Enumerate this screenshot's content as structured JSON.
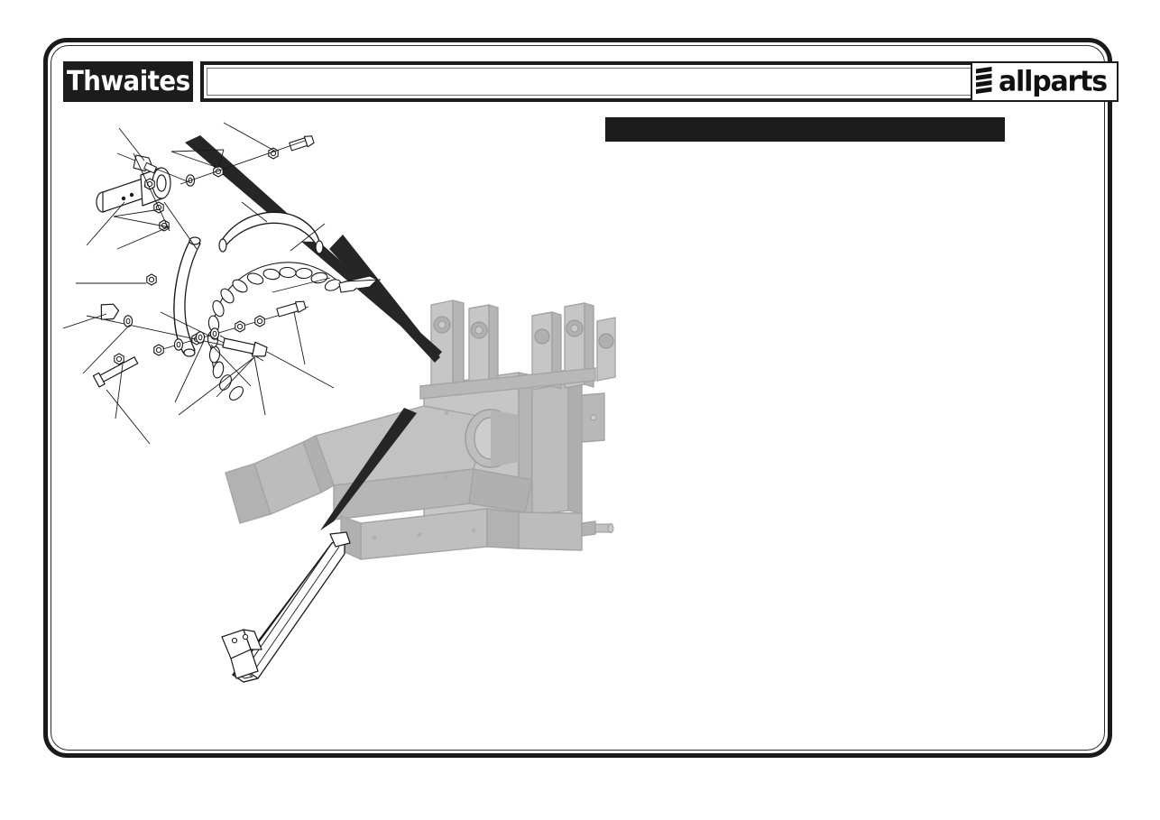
{
  "document": {
    "type": "parts-assembly-diagram",
    "sheet_background": "#ffffff",
    "frame_color": "#1a1a1a"
  },
  "header": {
    "brand": {
      "name": "Thwaites",
      "style": "white-on-black",
      "bg_color": "#1c1c1c",
      "text_color": "#ffffff"
    },
    "title_field": {
      "value": "",
      "placeholder": "",
      "border_color": "#1c1c1c",
      "inner_border_color": "#6e6e6e"
    },
    "supplier": {
      "name": "allparts",
      "mark": "zigzag-bars-icon",
      "text_color": "#111111",
      "border_color": "#1c1c1c"
    }
  },
  "banner": {
    "label": "",
    "bg_color": "#1c1c1c",
    "text_color": "#ffffff"
  },
  "diagram": {
    "caption": "",
    "line_color": "#1a1a1a",
    "ghost_fill": "#c6c6c6",
    "ghost_stroke": "#9a9a9a",
    "arrow_color": "#262626",
    "groups": [
      {
        "id": "upper-assembly",
        "name": "pin-chain-hose-assembly",
        "parts_visible": [
          "pivot-pin",
          "washer",
          "nut",
          "bolt",
          "hose",
          "chain",
          "hose-short"
        ],
        "callout_count": 11
      },
      {
        "id": "lower-assembly",
        "name": "tow-bar-assembly",
        "parts_visible": [
          "square-tube-bar",
          "bracket",
          "bolt",
          "washer",
          "nut",
          "clevis-pin",
          "split-pin"
        ],
        "callout_count": 12
      },
      {
        "id": "ghost-machine",
        "name": "machine-chassis-ghost",
        "parts_visible": [
          "chassis-frame",
          "skip-mount",
          "pivot-boss"
        ],
        "callout_count": 0
      }
    ],
    "arrows": [
      {
        "name": "arrow-upper-to-chassis"
      },
      {
        "name": "arrow-upper-right-to-chassis"
      },
      {
        "name": "arrow-lower-to-chassis"
      }
    ]
  }
}
